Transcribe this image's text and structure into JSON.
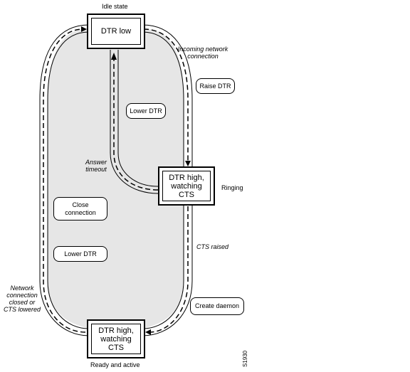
{
  "states": {
    "idle": {
      "box_text": "DTR low",
      "caption": "Idle state"
    },
    "ringing": {
      "box_text": "DTR high,\nwatching\nCTS",
      "caption": "Ringing"
    },
    "ready": {
      "box_text": "DTR high,\nwatching\nCTS",
      "caption": "Ready and active"
    }
  },
  "actions": {
    "raise_dtr": "Raise DTR",
    "lower_dtr_top": "Lower DTR",
    "close_connection": "Close\nconnection",
    "lower_dtr_bottom": "Lower DTR",
    "create_daemon": "Create daemon"
  },
  "transitions": {
    "incoming": "Incoming network\nconnection",
    "answer_timeout": "Answer\ntimeout",
    "cts_raised": "CTS  raised",
    "network_closed": "Network\nconnection\nclosed or\nCTS lowered"
  },
  "figure_id": "S1930",
  "colors": {
    "fill": "#e6e6e6",
    "line": "#000000"
  }
}
